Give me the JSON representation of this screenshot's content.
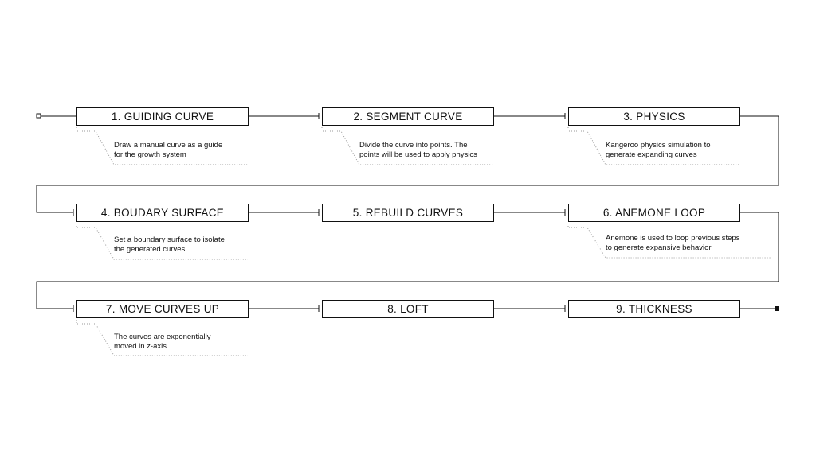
{
  "steps": [
    {
      "label": "1. GUIDING CURVE",
      "note_lines": [
        "Draw a manual curve as a guide",
        "for the growth system"
      ]
    },
    {
      "label": "2. SEGMENT CURVE",
      "note_lines": [
        "Divide the curve into points. The",
        "points will be used to apply physics"
      ]
    },
    {
      "label": "3. PHYSICS",
      "note_lines": [
        "Kangeroo physics simulation to",
        "generate expanding curves"
      ]
    },
    {
      "label": "4. BOUDARY SURFACE",
      "note_lines": [
        "Set a boundary surface to isolate",
        "the generated curves"
      ]
    },
    {
      "label": "5. REBUILD CURVES",
      "note_lines": []
    },
    {
      "label": "6. ANEMONE LOOP",
      "note_lines": [
        "Anemone is used to loop previous steps",
        "to generate expansive behavior"
      ]
    },
    {
      "label": "7. MOVE CURVES UP",
      "note_lines": [
        "The curves are exponentially",
        "moved in z-axis."
      ]
    },
    {
      "label": "8. LOFT",
      "note_lines": []
    },
    {
      "label": "9. THICKNESS",
      "note_lines": []
    }
  ],
  "colors": {
    "line": "#111111",
    "dotted": "#9a9a9a",
    "background": "#ffffff"
  },
  "icons": {
    "start": "open-square-terminal",
    "end": "filled-square-terminal"
  }
}
